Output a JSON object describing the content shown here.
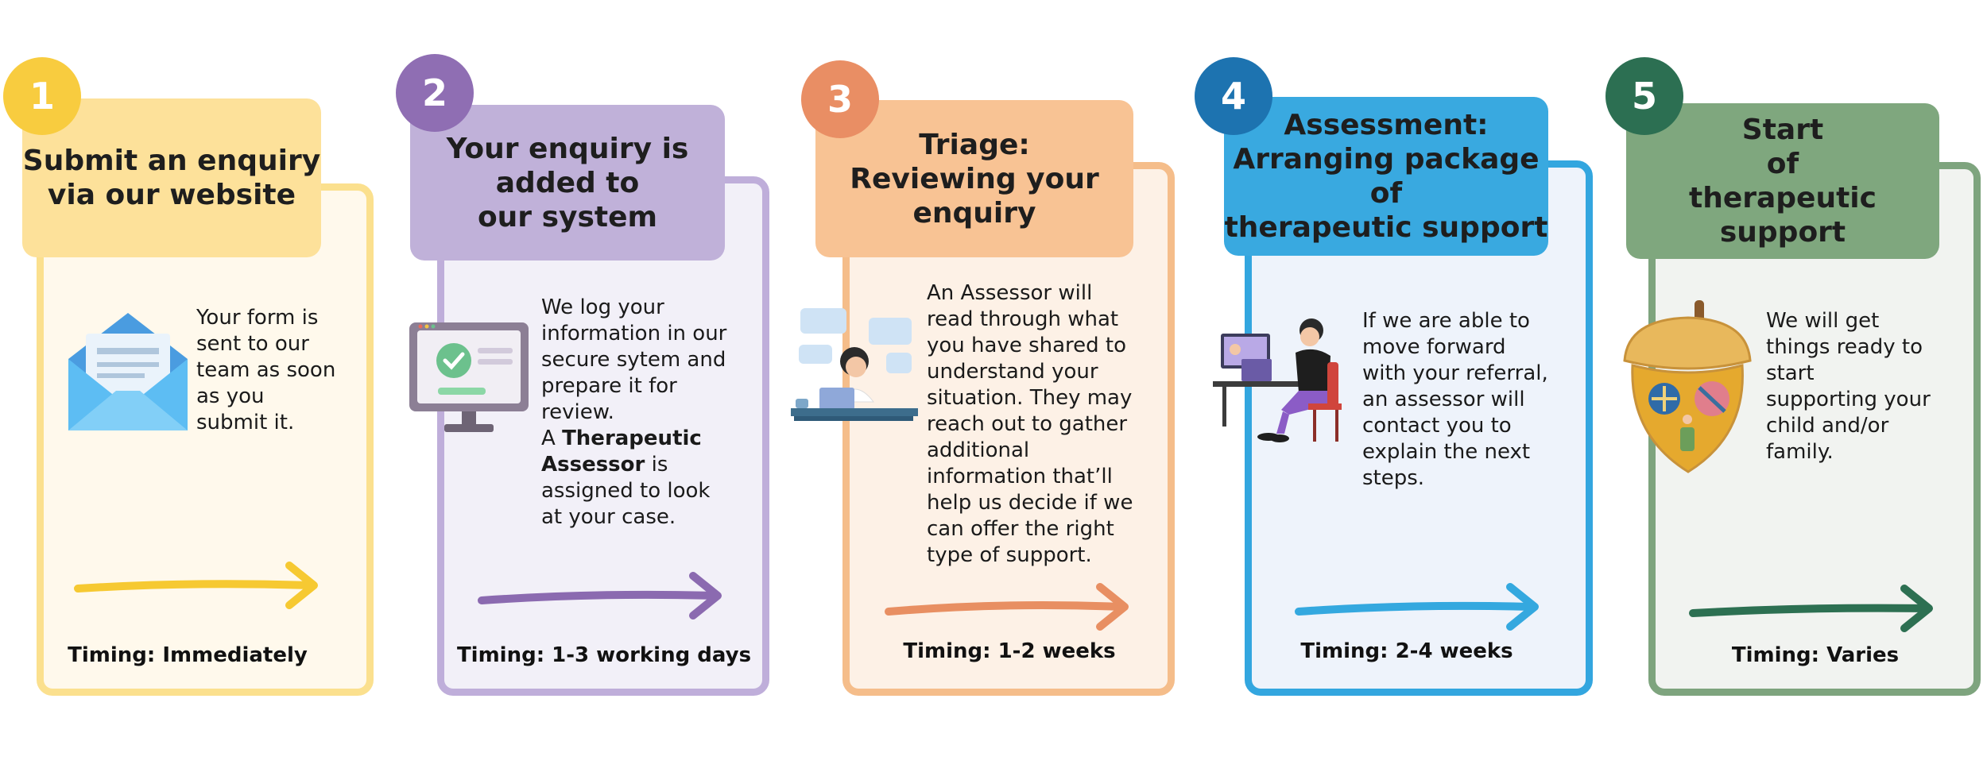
{
  "steps": [
    {
      "number": "1",
      "title": "Submit an enquiry\nvia our website",
      "body": [
        "Your form is",
        "sent to our",
        "team as soon",
        "as you",
        "submit it."
      ],
      "timing": "Timing: Immediately",
      "illustration": "envelope-icon",
      "colors": {
        "badge": "#F8CC3F",
        "header": "#FDE19A",
        "panel": "#FFF9EC",
        "border": "#FBE08E",
        "arrow": "#F6C932"
      }
    },
    {
      "number": "2",
      "title": "Your enquiry is\nadded to\nour system",
      "body_lines": [
        {
          "text": "We log your"
        },
        {
          "text": "information in our"
        },
        {
          "text": "secure sytem and"
        },
        {
          "text": "prepare it for"
        },
        {
          "text": "review."
        },
        {
          "text": "A ",
          "bold": "Therapeutic"
        },
        {
          "bold": "Assessor",
          "text": " is"
        },
        {
          "text": "assigned to look"
        },
        {
          "text": "at your case."
        }
      ],
      "timing": "Timing: 1-3 working days",
      "illustration": "computer-check-icon",
      "colors": {
        "badge": "#8F6EB3",
        "header": "#C0B1D9",
        "panel": "#F2F0F8",
        "border": "#BFAEDA",
        "arrow": "#8B6AB0"
      }
    },
    {
      "number": "3",
      "title": "Triage:\nReviewing your\nenquiry",
      "body": [
        "An Assessor will",
        "read through what",
        "you have shared to",
        "understand your",
        "situation. They may",
        "reach out to gather",
        "additional",
        "information that’ll",
        "help us decide if we",
        "can offer the right",
        "type of support."
      ],
      "timing": "Timing: 1-2 weeks",
      "illustration": "person-laptop-icon",
      "colors": {
        "badge": "#E98E64",
        "header": "#F8C394",
        "panel": "#FDF1E6",
        "border": "#F5BD8A",
        "arrow": "#E88F62"
      }
    },
    {
      "number": "4",
      "title": "Assessment:\nArranging package\nof\ntherapeutic support",
      "body": [
        "If we are able to",
        "move forward",
        "with your referral,",
        "an assessor will",
        "contact you to",
        "explain the next",
        "steps."
      ],
      "timing": "Timing: 2-4 weeks",
      "illustration": "person-desk-icon",
      "colors": {
        "badge": "#1D73B0",
        "header": "#39A9E0",
        "panel": "#EEF3FB",
        "border": "#33A6DF",
        "arrow": "#34A8DF"
      }
    },
    {
      "number": "5",
      "title": "Start\nof\ntherapeutic support",
      "body": [
        "We will get",
        "things ready to",
        "start",
        "supporting your",
        "child and/or",
        "family."
      ],
      "timing": "Timing: Varies",
      "illustration": "acorn-icon",
      "colors": {
        "badge": "#2C6F52",
        "header": "#7FA77E",
        "panel": "#F1F3F0",
        "border": "#7EA47E",
        "arrow": "#2D7052"
      }
    }
  ]
}
